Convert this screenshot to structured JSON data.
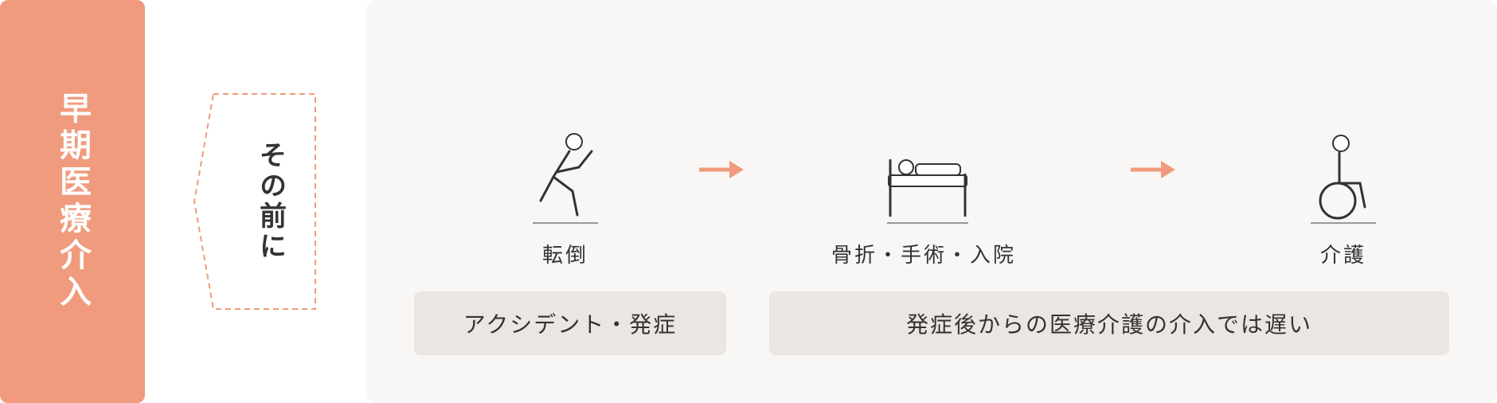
{
  "colors": {
    "accent": "#f09b7d",
    "panel_bg": "#f8f7f5",
    "box_bg": "#ebe6e1",
    "text": "#333333"
  },
  "left_bar": {
    "label": "早期医療介入"
  },
  "before": {
    "label": "その前に"
  },
  "steps": [
    {
      "label": "転倒",
      "icon": "falling-person-icon"
    },
    {
      "label": "骨折・手術・入院",
      "icon": "hospital-bed-icon"
    },
    {
      "label": "介護",
      "icon": "wheelchair-icon"
    }
  ],
  "stages": [
    {
      "label": "アクシデント・発症"
    },
    {
      "label": "発症後からの医療介護の介入では遅い"
    }
  ]
}
